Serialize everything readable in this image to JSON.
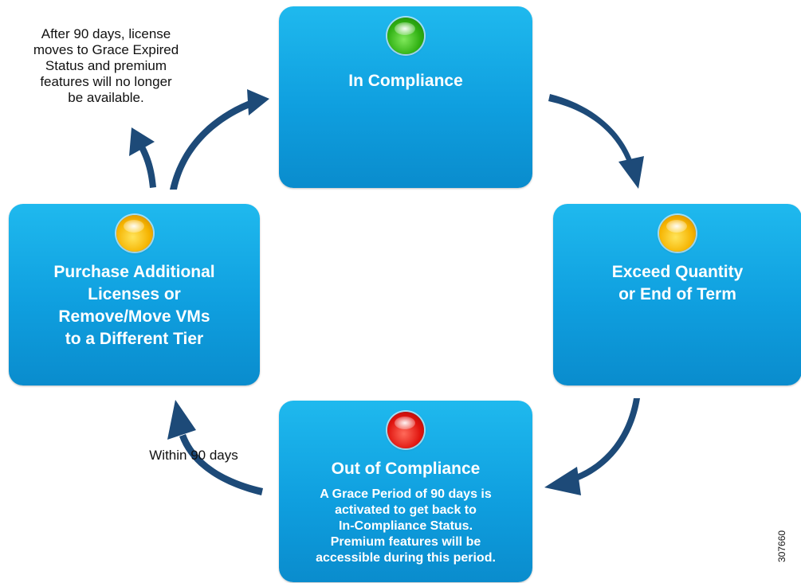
{
  "colors": {
    "box_fill": "#16a9e6",
    "box_text": "#ffffff",
    "arrow": "#1d4a78",
    "status_green": "#2fb012",
    "status_yellow": "#f6b400",
    "status_red": "#e0140e"
  },
  "nodes": {
    "in_compliance": {
      "title": "In Compliance",
      "status_icon": "green-status-light-icon"
    },
    "exceed": {
      "title": "Exceed Quantity\nor End of Term",
      "status_icon": "yellow-status-light-icon"
    },
    "out_of_compliance": {
      "title": "Out of Compliance",
      "description": "A Grace Period of 90 days is\nactivated to get back to\nIn-Compliance Status.\nPremium features will be\naccessible during this period.",
      "status_icon": "red-status-light-icon"
    },
    "purchase": {
      "title": "Purchase Additional\nLicenses or\nRemove/Move VMs\nto a Different Tier",
      "status_icon": "yellow-status-light-icon"
    }
  },
  "notes": {
    "grace_expired": "After 90 days, license\nmoves to Grace Expired\nStatus and premium\nfeatures will no longer\nbe available.",
    "within_90_days": "Within 90 days"
  },
  "figure_id": "307660"
}
